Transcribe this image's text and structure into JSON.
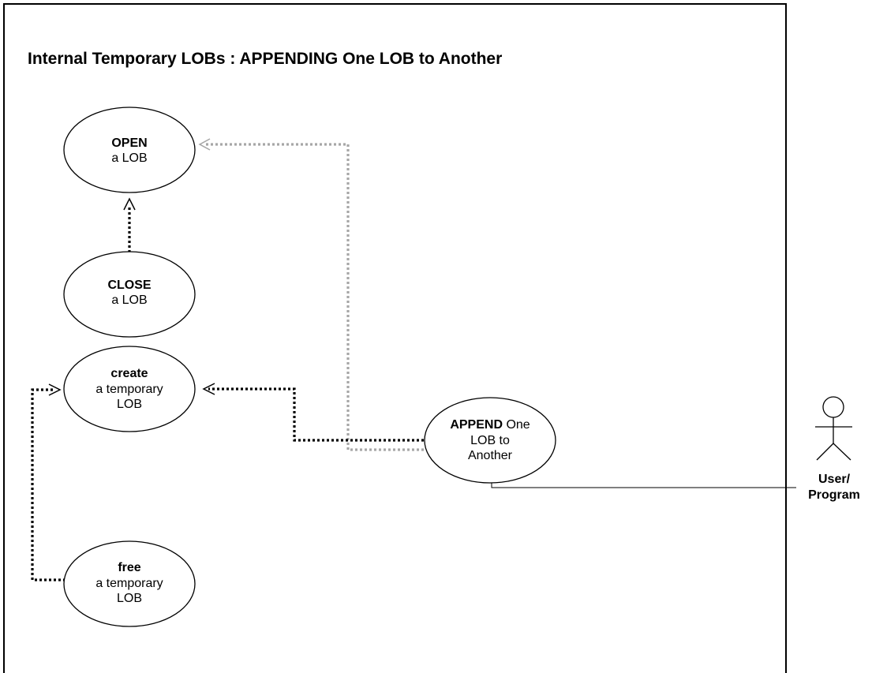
{
  "diagram": {
    "title": "Internal Temporary LOBs : APPENDING One LOB to Another",
    "use_cases": {
      "open": {
        "bold": "OPEN",
        "line2": "a LOB"
      },
      "close": {
        "bold": "CLOSE",
        "line2": "a LOB"
      },
      "create": {
        "bold": "create",
        "line2": "a temporary",
        "line3": "LOB"
      },
      "free": {
        "bold": "free",
        "line2": "a temporary",
        "line3": "LOB"
      },
      "append": {
        "bold": "APPEND",
        "line1_rest": " One",
        "line2": "LOB to",
        "line3": "Another"
      }
    },
    "actor": {
      "line1": "User/",
      "line2": "Program"
    },
    "colors": {
      "line": "#000000",
      "gray_dependency": "#a6a6a6",
      "background": "#ffffff"
    }
  }
}
